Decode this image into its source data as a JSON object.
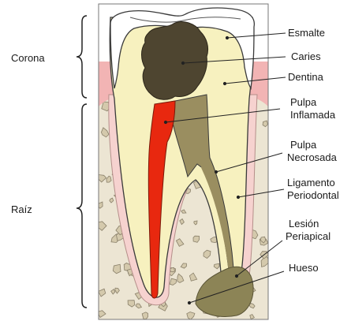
{
  "regions": {
    "crown": "Corona",
    "root": "Raíz"
  },
  "labels": {
    "enamel": "Esmalte",
    "caries": "Caries",
    "dentin": "Dentina",
    "pulp_inflamed": [
      "Pulpa",
      "Inflamada"
    ],
    "pulp_necrotic": [
      "Pulpa",
      "Necrosada"
    ],
    "ligament": [
      "Ligamento",
      "Periodontal"
    ],
    "lesion": [
      "Lesión",
      "Periapical"
    ],
    "bone": "Hueso"
  },
  "colors": {
    "bone_bg": "#ece5d3",
    "bone_chip": "#d9cfb5",
    "gum": "#f2b4b4",
    "ligament": "#f6d2cf",
    "dentin": "#f7f1bf",
    "enamel": "#ffffff",
    "caries": "#4e4530",
    "pulp_inflamed": "#e8280f",
    "pulp_necrotic": "#9a8e60",
    "lesion": "#8c8456",
    "outline": "#3a3a3a"
  }
}
